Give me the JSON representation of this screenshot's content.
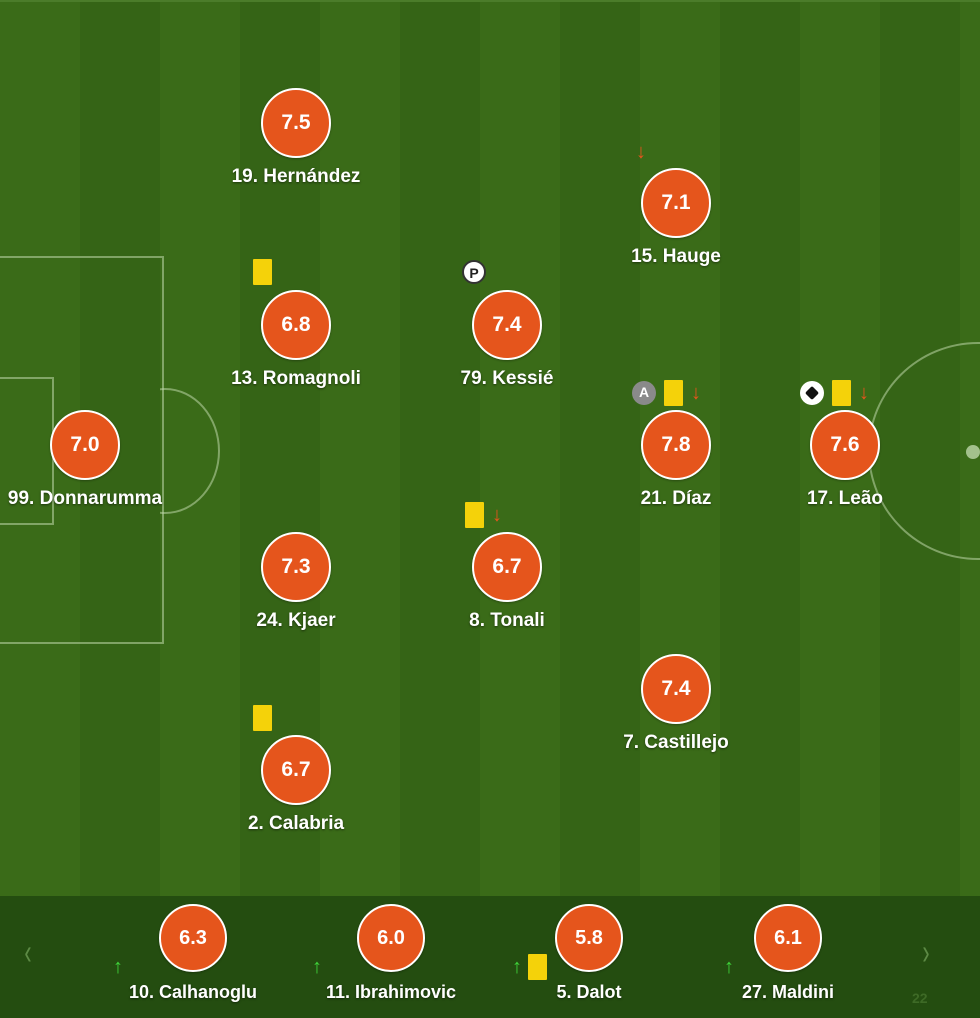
{
  "pitch": {
    "players": [
      {
        "id": "hernandez",
        "rating": "7.5",
        "name": "19. Hernández"
      },
      {
        "id": "hauge",
        "rating": "7.1",
        "name": "15. Hauge"
      },
      {
        "id": "romagnoli",
        "rating": "6.8",
        "name": "13. Romagnoli"
      },
      {
        "id": "kessie",
        "rating": "7.4",
        "name": "79. Kessié"
      },
      {
        "id": "donnarumma",
        "rating": "7.0",
        "name": "99. Donnarumma"
      },
      {
        "id": "diaz",
        "rating": "7.8",
        "name": "21. Díaz"
      },
      {
        "id": "leao",
        "rating": "7.6",
        "name": "17. Leão"
      },
      {
        "id": "kjaer",
        "rating": "7.3",
        "name": "24. Kjaer"
      },
      {
        "id": "tonali",
        "rating": "6.7",
        "name": "8. Tonali"
      },
      {
        "id": "castillejo",
        "rating": "7.4",
        "name": "7. Castillejo"
      },
      {
        "id": "calabria",
        "rating": "6.7",
        "name": "2. Calabria"
      }
    ],
    "badges": {
      "penalty": "P",
      "assist": "A"
    },
    "sub_off_symbol": "↓",
    "sub_on_symbol": "↑"
  },
  "bench": {
    "prev_symbol": "‹",
    "next_symbol": "›",
    "players": [
      {
        "id": "calhanoglu",
        "rating": "6.3",
        "name": "10. Calhanoglu"
      },
      {
        "id": "ibrahimovic",
        "rating": "6.0",
        "name": "11. Ibrahimovic"
      },
      {
        "id": "dalot",
        "rating": "5.8",
        "name": "5. Dalot"
      },
      {
        "id": "maldini",
        "rating": "6.1",
        "name": "27. Maldini"
      }
    ],
    "extra": "22"
  },
  "colors": {
    "rating_bg": "#e5551c",
    "yellow_card": "#f4d20a",
    "sub_off": "#e5551c",
    "sub_on": "#3fd43a",
    "pitch_green": "#3a6b18",
    "bench_bg": "#244d10"
  }
}
